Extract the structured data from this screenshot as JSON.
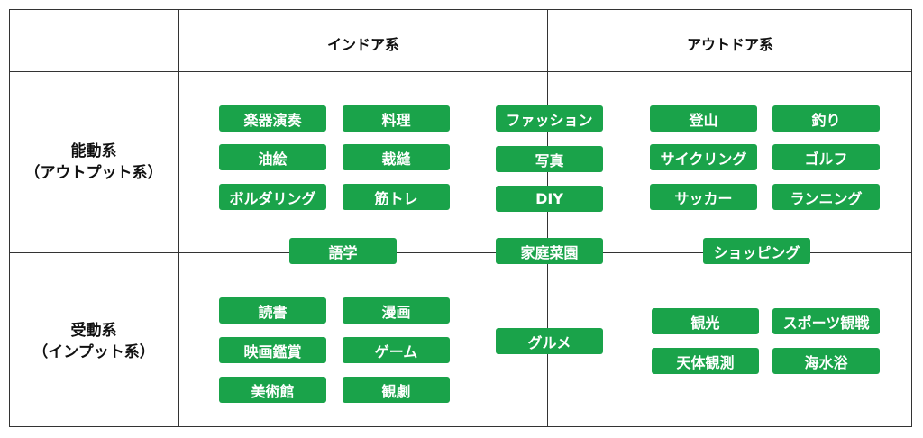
{
  "headers": {
    "indoor": "インドア系",
    "outdoor": "アウトドア系"
  },
  "rows": {
    "active": [
      "能動系",
      "（アウトプット系）"
    ],
    "passive": [
      "受動系",
      "（インプット系）"
    ]
  },
  "tags": {
    "t1": "楽器演奏",
    "t2": "料理",
    "t3": "油絵",
    "t4": "裁縫",
    "t5": "ボルダリング",
    "t6": "筋トレ",
    "t7": "ファッション",
    "t8": "写真",
    "t9": "DIY",
    "t10": "登山",
    "t11": "釣り",
    "t12": "サイクリング",
    "t13": "ゴルフ",
    "t14": "サッカー",
    "t15": "ランニング",
    "t16": "語学",
    "t17": "家庭菜園",
    "t18": "ショッピング",
    "t19": "読書",
    "t20": "漫画",
    "t21": "映画鑑賞",
    "t22": "ゲーム",
    "t23": "美術館",
    "t24": "観劇",
    "t25": "グルメ",
    "t26": "観光",
    "t27": "スポーツ観戦",
    "t28": "天体観測",
    "t29": "海水浴"
  },
  "colors": {
    "tag_bg": "#1aa34a",
    "tag_text": "#ffffff",
    "grid_line": "#333333"
  }
}
